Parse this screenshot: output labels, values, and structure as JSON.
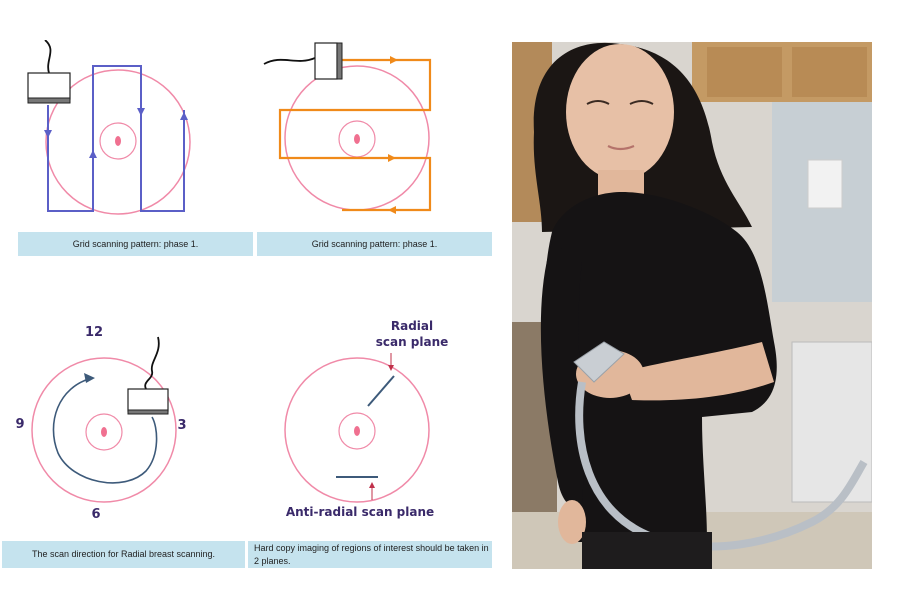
{
  "captions": {
    "top_left": "Grid scanning pattern: phase 1.",
    "top_right": "Grid scanning pattern: phase 1.",
    "bottom_left": "The scan direction for Radial breast scanning.",
    "bottom_right": "Hard copy imaging of regions of interest should be taken in 2 planes."
  },
  "clock": {
    "twelve": "12",
    "three": "3",
    "six": "6",
    "nine": "9"
  },
  "planes": {
    "radial_line1": "Radial",
    "radial_line2": "scan plane",
    "anti_radial": "Anti-radial scan plane"
  },
  "colors": {
    "breast_outline": "#f08aa8",
    "nipple": "#f07090",
    "phase1_path": "#5b5fc7",
    "phase2_path": "#f08a1a",
    "radial_arrow": "#3d5a7a",
    "label_text": "#3a2a6a",
    "caption_bg": "#c5e3ee"
  }
}
